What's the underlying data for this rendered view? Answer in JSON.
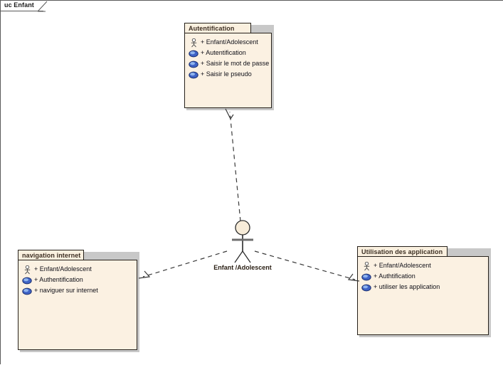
{
  "diagram": {
    "frame_tab_label": "uc Enfant",
    "background_color": "#ffffff",
    "frame_border_color": "#5a5a5a",
    "package_title_fill": "#faf0df",
    "package_body_fill": "#fbf1e2",
    "package_border_color": "#26211b",
    "shadow_color": "#c8c8c8",
    "connector_color": "#3a3a3a",
    "usecase_icon_color": "#4169c8",
    "actor_head_fill": "#f7ecd9"
  },
  "packages": [
    {
      "id": "autentification",
      "title": "Autentification",
      "items": [
        {
          "icon": "actor-icon",
          "label": "+ Enfant/Adolescent"
        },
        {
          "icon": "usecase-icon",
          "label": "+ Autentification"
        },
        {
          "icon": "usecase-icon",
          "label": "+ Saisir le mot de passe"
        },
        {
          "icon": "usecase-icon",
          "label": "+ Saisir le pseudo"
        }
      ]
    },
    {
      "id": "navigation-internet",
      "title": "navigation internet",
      "items": [
        {
          "icon": "actor-icon",
          "label": "+ Enfant/Adolescent"
        },
        {
          "icon": "usecase-icon",
          "label": "+ Authentification"
        },
        {
          "icon": "usecase-icon",
          "label": "+ naviguer sur internet"
        }
      ]
    },
    {
      "id": "utilisation-des-application",
      "title": "Utilisation des application",
      "items": [
        {
          "icon": "actor-icon",
          "label": "+ Enfant/Adolescent"
        },
        {
          "icon": "usecase-icon",
          "label": "+ Authtification"
        },
        {
          "icon": "usecase-icon",
          "label": "+ utiliser les application"
        }
      ]
    }
  ],
  "actor": {
    "name": "Enfant /Adolescent"
  },
  "connectors": [
    {
      "id": "actor-to-autentification",
      "style": "dashed",
      "arrow": "open",
      "from": "actor",
      "to": "autentification"
    },
    {
      "id": "actor-to-navigation-internet",
      "style": "dashed",
      "arrow": "open",
      "from": "actor",
      "to": "navigation-internet"
    },
    {
      "id": "actor-to-utilisation-des-application",
      "style": "dashed",
      "arrow": "open",
      "from": "actor",
      "to": "utilisation-des-application"
    }
  ]
}
